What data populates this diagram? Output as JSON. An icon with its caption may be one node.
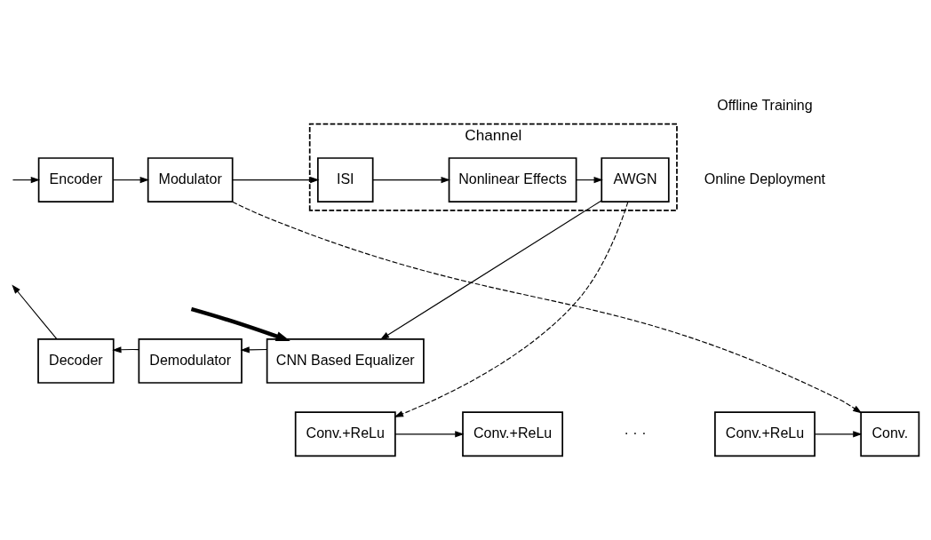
{
  "diagram": {
    "nodes": [
      {
        "text": [
          "Channel"
        ]
      },
      {
        "text": [
          "Encoder"
        ]
      },
      {
        "text": [
          "Modulator"
        ]
      },
      {
        "text": [
          "ISI"
        ],
        "in": 0
      },
      {
        "text": [
          "Nonlinear Effects"
        ],
        "in": 0
      },
      {
        "text": [
          "AWGN"
        ],
        "in": 0
      },
      {
        "text": [
          "Decoder"
        ]
      },
      {
        "text": [
          "Demodulator"
        ]
      },
      {
        "text": [
          "CNN Based Equalizer"
        ]
      },
      {
        "text": [
          "Conv.+ReLu"
        ]
      },
      {
        "text": [
          "Conv.+ReLu"
        ]
      },
      {
        "text": [
          "Conv.+ReLu"
        ]
      },
      {
        "text": [
          "Conv."
        ]
      }
    ],
    "edges": [
      {
        "from": null,
        "to": 1,
        "arrow": "to"
      },
      {
        "from": 1,
        "to": 2,
        "arrow": "to"
      },
      {
        "from": 2,
        "to": 3,
        "arrow": "to"
      },
      {
        "from": 3,
        "to": 4,
        "arrow": "to"
      },
      {
        "from": 4,
        "to": 5,
        "arrow": "to"
      },
      {
        "from": 5,
        "to": 8,
        "arrow": "to"
      },
      {
        "from": 8,
        "to": 7,
        "arrow": "to"
      },
      {
        "from": 7,
        "to": 6,
        "arrow": "to"
      },
      {
        "from": 6,
        "to": null,
        "arrow": "to"
      },
      {
        "from": 9,
        "to": 10,
        "arrow": "to"
      },
      {
        "from": 11,
        "to": 12,
        "arrow": "to"
      },
      {
        "from": 5,
        "to": 9,
        "arrow": "to",
        "style": "dashed"
      },
      {
        "from": 2,
        "to": 12,
        "arrow": "to",
        "style": "dashed"
      },
      {
        "from": null,
        "to": 8,
        "arrow": "to",
        "style": "thick"
      }
    ],
    "labels": [
      "Online Deployment",
      "Offline Training",
      "· · ·"
    ]
  }
}
